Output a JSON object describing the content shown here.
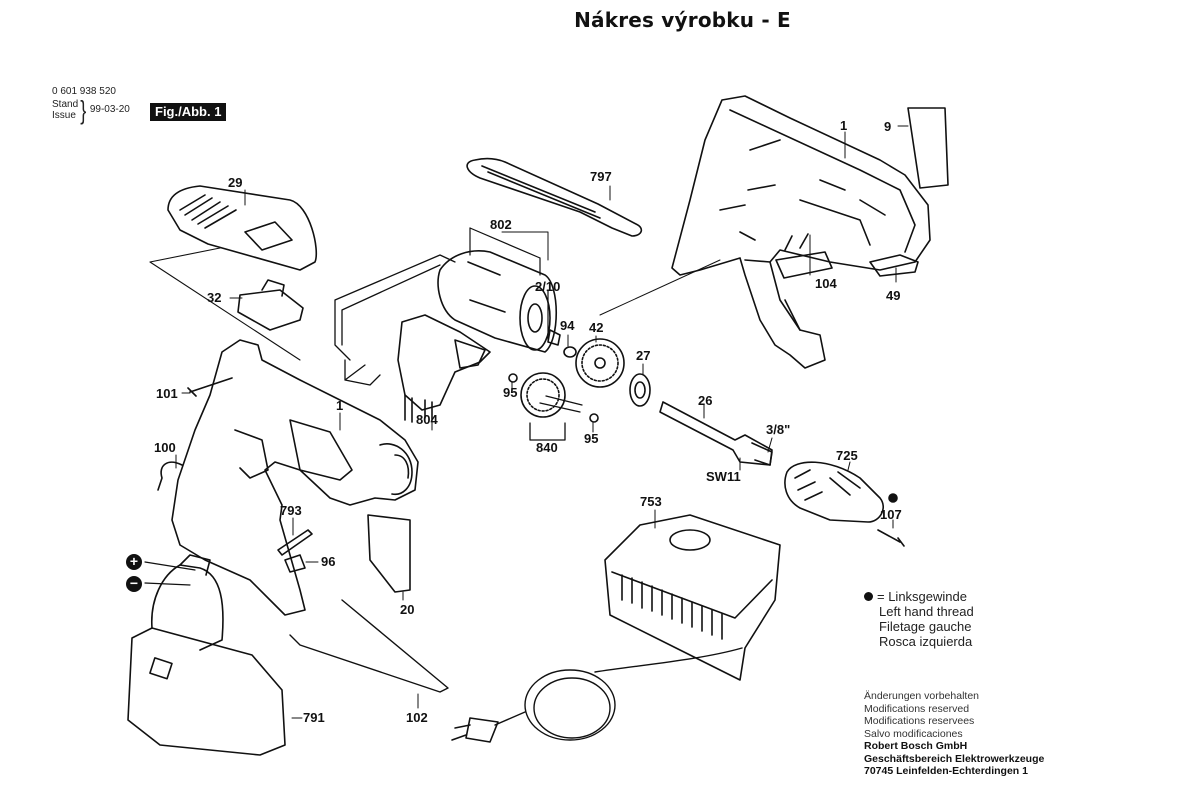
{
  "title": "Nákres výrobku - E",
  "header": {
    "part_number": "0 601 938 520",
    "stand_label": "Stand",
    "issue_label": "Issue",
    "date": "99-03-20",
    "figure_label": "Fig./Abb. 1"
  },
  "parts": {
    "p1_top": "1",
    "p9": "9",
    "p797": "797",
    "p29": "29",
    "p802": "802",
    "p2_10": "2/10",
    "p94": "94",
    "p42": "42",
    "p104": "104",
    "p49": "49",
    "p32": "32",
    "p27": "27",
    "p101": "101",
    "p1_left": "1",
    "p95a": "95",
    "p804": "804",
    "p26": "26",
    "p95b": "95",
    "p840": "840",
    "p3_8": "3/8\"",
    "p100": "100",
    "pSW11": "SW11",
    "p725": "725",
    "p793": "793",
    "p753": "753",
    "p107": "107",
    "p96": "96",
    "p20": "20",
    "p791": "791",
    "p102": "102"
  },
  "terminals": {
    "plus": "+",
    "minus": "−"
  },
  "legend": {
    "symbol_meaning": "= Linksgewinde",
    "lines": [
      "Left hand thread",
      "Filetage gauche",
      "Rosca izquierda"
    ]
  },
  "footer": {
    "notes": [
      "Änderungen vorbehalten",
      "Modifications reserved",
      "Modifications reservees",
      "Salvo modificaciones"
    ],
    "company": [
      "Robert Bosch GmbH",
      "Geschäftsbereich Elektrowerkzeuge",
      "70745 Leinfelden-Echterdingen 1"
    ]
  }
}
